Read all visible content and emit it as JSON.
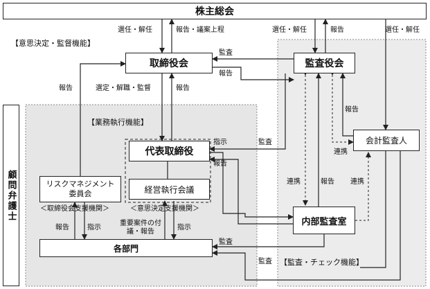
{
  "boxes": {
    "shareholders": "株主総会",
    "board": "取締役会",
    "audit_board": "監査役会",
    "president": "代表取締役",
    "management_committee": "経営執行会議",
    "risk_committee": "リスクマネジメント委員会",
    "accounting_auditor": "会計監査人",
    "internal_audit": "内部監査室",
    "departments": "各部門",
    "legal_counsel": "顧問弁護士"
  },
  "sections": {
    "decision": "【意思決定・監督機能】",
    "execution": "【業務執行機能】",
    "audit": "【監査・チェック機能】"
  },
  "support": {
    "board_support": "＜取締役会支援機関＞",
    "decision_support": "＜意思決定支援機関＞"
  },
  "labels": {
    "elect_dismiss_1": "選任・解任",
    "report_propose": "報告・議案上程",
    "elect_dismiss_2": "選任・解任",
    "report_1": "報告",
    "elect_dismiss_3": "選任・解任",
    "audit_1": "監査",
    "report_2": "報告",
    "report_3": "報告",
    "elect_supervise": "選定・解職・監督",
    "report_4": "報告",
    "report_5": "報告",
    "audit_2": "監査",
    "instruct_1": "指示",
    "report_6": "報告",
    "coop_1": "連携",
    "coop_2": "連携",
    "report_7": "報告",
    "coop_3": "連携",
    "report_8": "報告",
    "instruct_2": "指示",
    "important_matters": "重要案件の付議・報告",
    "instruct_3": "指示",
    "audit_3": "監査",
    "audit_4": "監査"
  }
}
